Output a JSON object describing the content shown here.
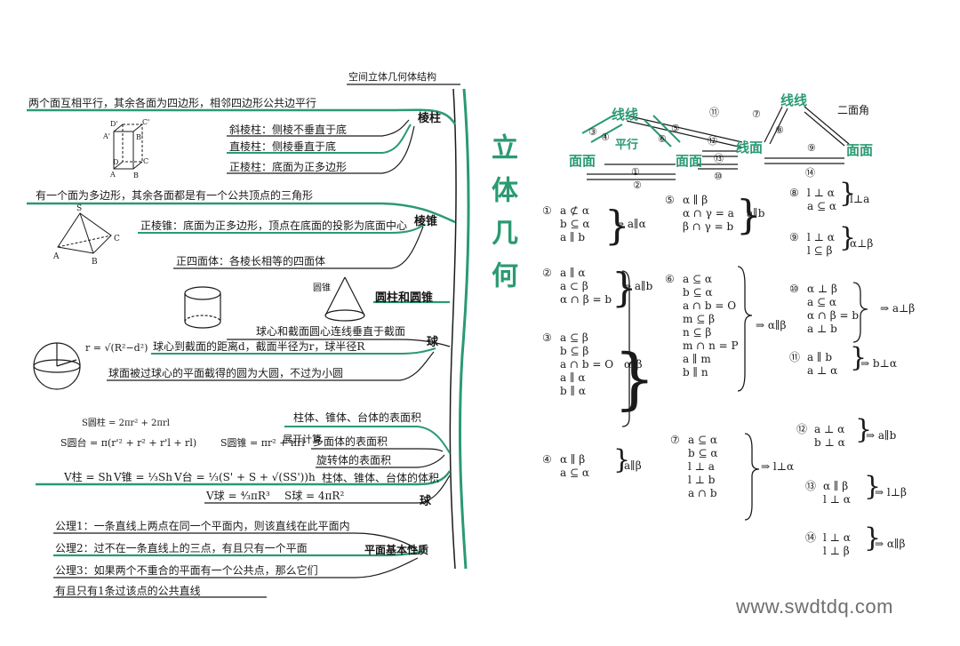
{
  "title": "立体几何",
  "structure_label": "空间立体几何体结构",
  "branches": {
    "prism": "棱柱",
    "pyramid": "棱锥",
    "cylinder_cone": "圆柱和圆锥",
    "cone_label": "圆锥",
    "sphere": "球",
    "area_volume": "球",
    "axioms": "平面基本性质"
  },
  "prism": {
    "def": "两个面互相平行，其余各面为四边形，相邻四边形公共边平行",
    "oblique": "斜棱柱：侧棱不垂直于底",
    "right": "直棱柱：侧棱垂直于底",
    "regular": "正棱柱：底面为正多边形",
    "fig_labels": [
      "D'",
      "C'",
      "A'",
      "B'",
      "D",
      "C",
      "A",
      "B"
    ]
  },
  "pyramid": {
    "def": "有一个面为多边形，其余各面都是有一个公共顶点的三角形",
    "regular": "正棱锥：底面为正多边形，顶点在底面的投影为底面中心",
    "regular_tetra": "正四面体：各棱长相等的四面体",
    "fig_labels": [
      "S",
      "A",
      "B",
      "C"
    ]
  },
  "sphere": {
    "formula": "r = √(R²−d²)",
    "line1": "球心和截面圆心连线垂直于截面",
    "line2": "球心到截面的距离d，截面半径为r，球半径R",
    "line3": "球面被过球心的平面截得的圆为大圆，不过为小圆"
  },
  "area": {
    "s_cyl": "S圆柱 = 2πr² + 2πrl",
    "s_frustum": "S圆台 = π(r'² + r² + r'l + rl)",
    "s_cone": "S圆锥 = πr² + πrl",
    "unfold": "展开计算",
    "label1": "柱体、锥体、台体的表面积",
    "label2": "多面体的表面积",
    "label3": "旋转体的表面积",
    "v_col": "V柱 = Sh",
    "v_cone": "V锥 = ⅓Sh",
    "v_frust": "V台 = ⅓(S' + S + √(SS'))h",
    "label4": "柱体、锥体、台体的体积",
    "v_ball": "V球 = ⁴⁄₃πR³",
    "s_ball": "S球 = 4πR²"
  },
  "axioms": {
    "a1": "公理1：一条直线上两点在同一个平面内，则该直线在此平面内",
    "a2": "公理2：过不在一条直线上的三点，有且只有一个平面",
    "a3": "公理3：如果两个不重合的平面有一个公共点，那么它们",
    "a3b": "有且只有1条过该点的公共直线"
  },
  "diagram": {
    "nodes": [
      "线线",
      "平行",
      "线面",
      "面面",
      "线线",
      "面面"
    ],
    "top_right": "二面角",
    "nums": [
      "⑪",
      "⑦",
      "⑧",
      "⑥",
      "⑤",
      "③",
      "④",
      "①",
      "②",
      "⑫",
      "⑬",
      "⑩",
      "⑨",
      "⑭"
    ]
  },
  "theorems": [
    {
      "n": "①",
      "rows": [
        "a ⊄ α",
        "b ⊆ α",
        "a ∥ b"
      ],
      "c": "⇒ a∥α"
    },
    {
      "n": "②",
      "rows": [
        "a ∥ α",
        "a ⊂ β",
        "α ∩ β = b"
      ],
      "c": "⇒ a∥b"
    },
    {
      "n": "③",
      "rows": [
        "a ⊆ β",
        "b ⊆ β",
        "a ∩ b = O",
        "a ∥ α",
        "b ∥ α"
      ],
      "c": "α∥β"
    },
    {
      "n": "④",
      "rows": [
        "α ∥ β",
        "a ⊆ α"
      ],
      "c": "a∥β"
    },
    {
      "n": "⑤",
      "rows": [
        "α ∥ β",
        "α ∩ γ = a",
        "β ∩ γ = b"
      ],
      "c": "a∥b"
    },
    {
      "n": "⑥",
      "rows": [
        "a ⊆ α",
        "b ⊆ α",
        "a ∩ b = O",
        "m ⊆ β",
        "n ⊆ β",
        "m ∩ n = P",
        "a ∥ m",
        "b ∥ n"
      ],
      "c": "⇒ α∥β"
    },
    {
      "n": "⑦",
      "rows": [
        "a ⊆ α",
        "b ⊆ α",
        "l ⊥ a",
        "l ⊥ b",
        "a ∩ b"
      ],
      "c": "⇒ l⊥α"
    },
    {
      "n": "⑧",
      "rows": [
        "l ⊥ α",
        "a ⊆ α"
      ],
      "c": "l⊥a"
    },
    {
      "n": "⑨",
      "rows": [
        "l ⊥ α",
        "l ⊆ β"
      ],
      "c": "α⊥β"
    },
    {
      "n": "⑩",
      "rows": [
        "α ⊥ β",
        "a ⊆ α",
        "α ∩ β = b",
        "a ⊥ b"
      ],
      "c": "⇒ a⊥β"
    },
    {
      "n": "⑪",
      "rows": [
        "a ∥ b",
        "a ⊥ α"
      ],
      "c": "⇒ b⊥α"
    },
    {
      "n": "⑫",
      "rows": [
        "a ⊥ α",
        "b ⊥ α"
      ],
      "c": "⇒ a∥b"
    },
    {
      "n": "⑬",
      "rows": [
        "α ∥ β",
        "l ⊥ α"
      ],
      "c": "⇒ l⊥β"
    },
    {
      "n": "⑭",
      "rows": [
        "l ⊥ α",
        "l ⊥ β"
      ],
      "c": "⇒ α∥β"
    }
  ],
  "watermark": "www.swdtdq.com",
  "colors": {
    "accent": "#2a9a72",
    "ink": "#1a1a1a"
  }
}
